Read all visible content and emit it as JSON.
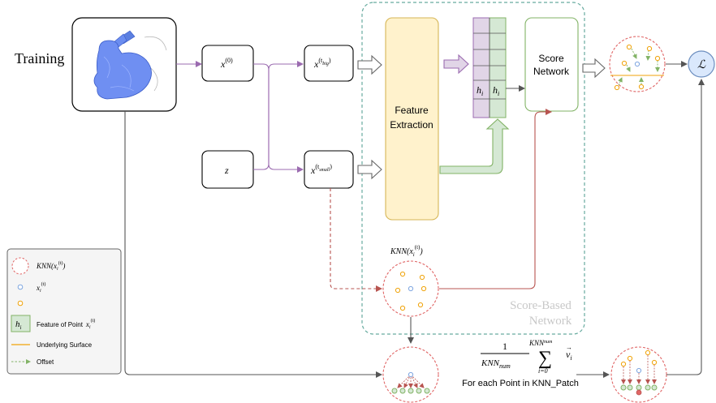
{
  "title": "Training",
  "region_label": {
    "line1": "Score-Based",
    "line2": "Network"
  },
  "boxes": {
    "x0": {
      "base": "x",
      "sup": "(0)"
    },
    "z": {
      "base": "z"
    },
    "x_big": {
      "base": "x",
      "sup": "(t",
      "sub_in_sup": "big",
      "sup_close": ")"
    },
    "x_small": {
      "base": "x",
      "sup": "(t",
      "sub_in_sup": "small",
      "sup_close": ")"
    },
    "feature_extraction": {
      "line1": "Feature",
      "line2": "Extraction"
    },
    "score_network": {
      "line1": "Score",
      "line2": "Network"
    }
  },
  "feature_table": {
    "left_cell": "h",
    "right_cell": "h",
    "sub": "i"
  },
  "knn_label": {
    "prefix": "KNN(x",
    "sup": "(t)",
    "sub": "i",
    "suffix": ")"
  },
  "loss_symbol": "ℒ",
  "aggregation": {
    "numerator": "1",
    "denominator": "KNN",
    "denominator_sub": "num",
    "sum_upper": "KNN",
    "sum_upper_sub": "num",
    "sum_lower": "i=0",
    "vector": "v",
    "vector_sub": "i",
    "caption": "For each Point in KNN_Patch"
  },
  "legend": {
    "items": [
      {
        "id": "knn",
        "label": "KNN(x",
        "label_sup": "(t)",
        "label_sub": "i",
        "label_end": ")"
      },
      {
        "id": "point_blue",
        "label": "x",
        "label_sup": "(t)",
        "label_sub": "i"
      },
      {
        "id": "point_orange",
        "label": ""
      },
      {
        "id": "feature",
        "glyph": "h",
        "glyph_sub": "i",
        "label": "Feature of Point",
        "point": "x",
        "point_sup": "(t)",
        "point_sub": "i"
      },
      {
        "id": "surface",
        "label": "Underlying Surface"
      },
      {
        "id": "offset",
        "label": "Offset"
      }
    ]
  },
  "colors": {
    "purple_arrow": "#9b6bb0",
    "purple_fill": "#e1d5e7",
    "green_fill": "#d5e8d4",
    "green_stroke": "#82b366",
    "yellow_fill": "#fff2cc",
    "yellow_stroke": "#d6b656",
    "dashed_red": "#e06666",
    "dark_red": "#b85450",
    "loss_fill": "#dae8fc",
    "loss_stroke": "#6c8ebf",
    "legend_bg": "#f5f5f5",
    "region_stroke": "#67ab9f",
    "blue_point": "#7ea6e0",
    "orange_point": "#f0a30a"
  }
}
